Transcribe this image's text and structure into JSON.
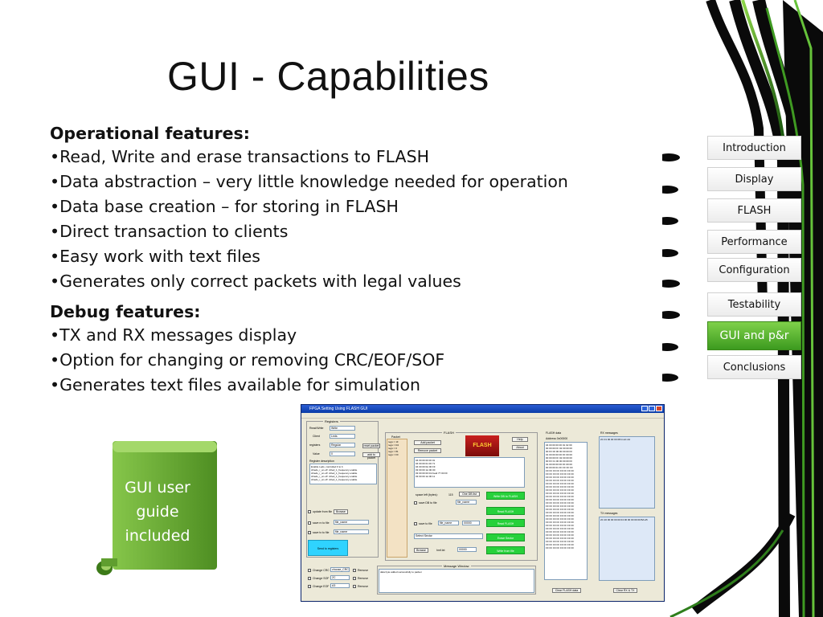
{
  "slide": {
    "title": "GUI - Capabilities",
    "operational_heading": "Operational features:",
    "operational_items": [
      "•Read, Write and erase transactions to FLASH",
      "•Data abstraction – very little knowledge needed for operation",
      "•Data base creation – for storing in FLASH",
      "•Direct transaction to clients",
      "•Easy work with text files",
      "•Generates only correct packets with legal values"
    ],
    "debug_heading": "Debug features:",
    "debug_items": [
      "•TX and RX messages display",
      "•Option for changing or removing CRC/EOF/SOF",
      "•Generates text files available for simulation"
    ],
    "callout": [
      "GUI user",
      "guide",
      "included"
    ]
  },
  "nav": {
    "items": [
      {
        "label": "Introduction"
      },
      {
        "label": "Display"
      },
      {
        "label": "FLASH"
      },
      {
        "label": "Performance"
      },
      {
        "label": "Configuration"
      },
      {
        "label": "Testability"
      },
      {
        "label": "GUI and p&r"
      },
      {
        "label": "Conclusions"
      }
    ],
    "active_color": "#4caf2a"
  },
  "app": {
    "title": "FPGA Setting Using FLASH GUI",
    "registers": {
      "group_title": "Registers",
      "read_write_label": "Read/Write",
      "read_write_value": "Write",
      "client_label": "Client",
      "client_value": "Leds",
      "registers_label": "registers",
      "registers_value": "Regular",
      "value_label": "Value",
      "value_value": "0",
      "reset_packet": "reset packet",
      "add_to_packet": "add to packet",
      "description_label": "Register description",
      "description_text": "Enable Leds, controlled 0 to b\nclrleds_r_on.off  clrled_1_frequency enable\nclrleds_r_on.off  clrled_1_frequency enable\nclrleds_r_on.off  clrled_1_frequency enable\nclrleds_r_on.off  clrled_1_frequency enable",
      "update_from_file": "update from file",
      "browse": "Browse",
      "save_rx_to_file": "save rx to file",
      "save_tx_to_file": "save tx to file",
      "file_name": "file_name",
      "send_to_registers": "Send to registers"
    },
    "flash": {
      "group_title": "FLASH",
      "packet_label": "Packet",
      "packet_lines": "regs = 1F\nregs = D4\nregs = 0\nregs = 81\nregs = FF",
      "add_packet": "Add packet",
      "remove_packet": "Remove packet",
      "help": "Help",
      "about": "About",
      "logo_text": "FLASH",
      "list_text": "04 00 00 00 00 01\n04 00 00 01 00 71\n04 00 00 0A 00 FF\n03 00 00 1A 00 00\n03 00 00 00 04 Avail 77 00 FF\n03 00 00 1A 00 11",
      "space_left_label": "space left (bytes):",
      "space_left_value": "115",
      "one_db_list": "One DB list",
      "save_db_to_file": "save DB to file",
      "file_name": "file_name",
      "write_db": "Write DB to FLASH",
      "read_flash": "Read FLASH",
      "save_to_file": "save to file",
      "read_flash_2": "Read FLASH",
      "select_sector": "Select Sector",
      "erase_sector": "Erase Sector",
      "browse": "Browse",
      "text_file": "hmf.txt",
      "zero_value": "00000",
      "write_from_file": "Write from file"
    },
    "flash_data": {
      "title": "FLASH data",
      "address_label": "Address 0x00000",
      "rows": "04 00 00 00 00 01 02 00\n00 00 00 FF 02 00 00 00\n00 FF 00 00 00 00 00 FF\n01 00 00 00 00 FF 00 00\n00 00 00 FF 02 00 00 00\n00 FF 01 00 00 00 00 FF\n01 00 00 00 00 FF 00 00\n00 00 00 01 FF FF FF FF\nFF FF FF FF FF FF FF FF\nFF FF FF FF FF FF FF FF\nFF FF FF FF FF FF FF FF\nFF FF FF FF FF FF FF FF\nFF FF FF FF FF FF FF FF\nFF FF FF FF FF FF FF FF\nFF FF FF FF FF FF FF FF\nFF FF FF FF FF FF FF FF\nFF FF FF FF FF FF FF FF\nFF FF FF FF FF FF FF FF\nFF FF FF FF FF FF FF FF\nFF FF FF FF FF FF FF FF\nFF FF FF FF FF FF FF FF\nFF FF FF FF FF FF FF FF\nFF FF FF FF FF FF FF FF\nFF FF FF FF FF FF FF FF\nFF FF FF FF FF FF FF FF\nFF FF FF FF FF FF FF FF\nFF FF FF FF FF FF FF FF\nFF FF FF FF FF FF FF FF\nFF FF FF FF FF FF FF FF\nFF FF FF FF FF FF FF FF\nFF FF FF FF FF FF FF FF\nFF FF FF FF FF FF FF FF\nFF FF FF FF FF FF FF FF",
      "clear_button": "Clear FLASH data"
    },
    "messages": {
      "rx_title": "RX messages",
      "rx_text": "2C 01 00 00 00 08 ImuC A2",
      "tx_title": "TX messages",
      "tx_text": "2C 20 00 00 00 00 04 00 00 00 00 00 BA A5",
      "clear_button": "Clear RX & TX"
    },
    "bottom": {
      "change_crc": "Change CRC",
      "change_sof": "Change SOF",
      "change_eof": "Change EOF",
      "crc_value": "choose_CRC",
      "sof_value": "2C",
      "eof_value": "A3",
      "remove": "Remove",
      "message_window_title": "Message Window",
      "message": "data byte added successfully to packet"
    }
  }
}
